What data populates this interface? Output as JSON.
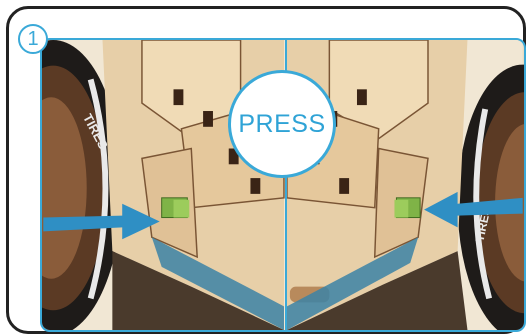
{
  "step": {
    "number": "1"
  },
  "callout": {
    "label": "PRESS"
  },
  "tire": {
    "brand_text_left": "TIRES",
    "brand_text_right": "TIRES"
  },
  "colors": {
    "accent": "#3aa9d8",
    "wood_light": "#e9d6b4",
    "wood_dark": "#5a3b26",
    "button": "#7fb347",
    "arrow": "#2f8fc4"
  }
}
